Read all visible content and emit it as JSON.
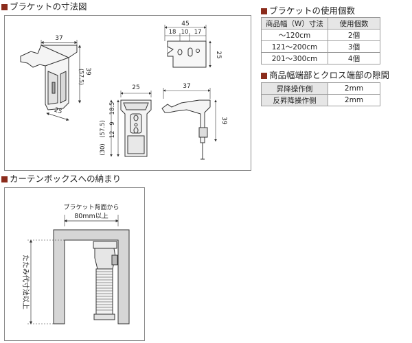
{
  "sections": {
    "dimensions": {
      "title": "ブラケットの寸法図"
    },
    "usage": {
      "title": "ブラケットの使用個数"
    },
    "gap": {
      "title": "商品幅端部とクロス端部の隙間"
    },
    "box": {
      "title": "カーテンボックスへの納まり"
    }
  },
  "usage_table": {
    "headers": [
      "商品幅（W）寸法",
      "使用個数"
    ],
    "rows": [
      [
        "～120cm",
        "2個"
      ],
      [
        "121～200cm",
        "3個"
      ],
      [
        "201～300cm",
        "4個"
      ]
    ]
  },
  "gap_table": {
    "rows": [
      [
        "昇降操作側",
        "2mm"
      ],
      [
        "反昇降操作側",
        "2mm"
      ]
    ]
  },
  "dims": {
    "iso_width": "37",
    "iso_height": "39",
    "iso_height_alt": "(57.5)",
    "iso_depth": "25",
    "top_total": "45",
    "top_a": "18",
    "top_b": "10",
    "top_c": "17",
    "top_depth": "25",
    "front_width": "25",
    "front_a": "18.5",
    "front_b": "9",
    "front_c": "12",
    "front_total": "(57.5)",
    "front_lower": "(30)",
    "side_width": "37",
    "side_height": "39"
  },
  "box_labels": {
    "clearance_line1": "ブラケット背面から",
    "clearance_line2": "80mm以上",
    "stack": "たたみ代寸法以上"
  }
}
